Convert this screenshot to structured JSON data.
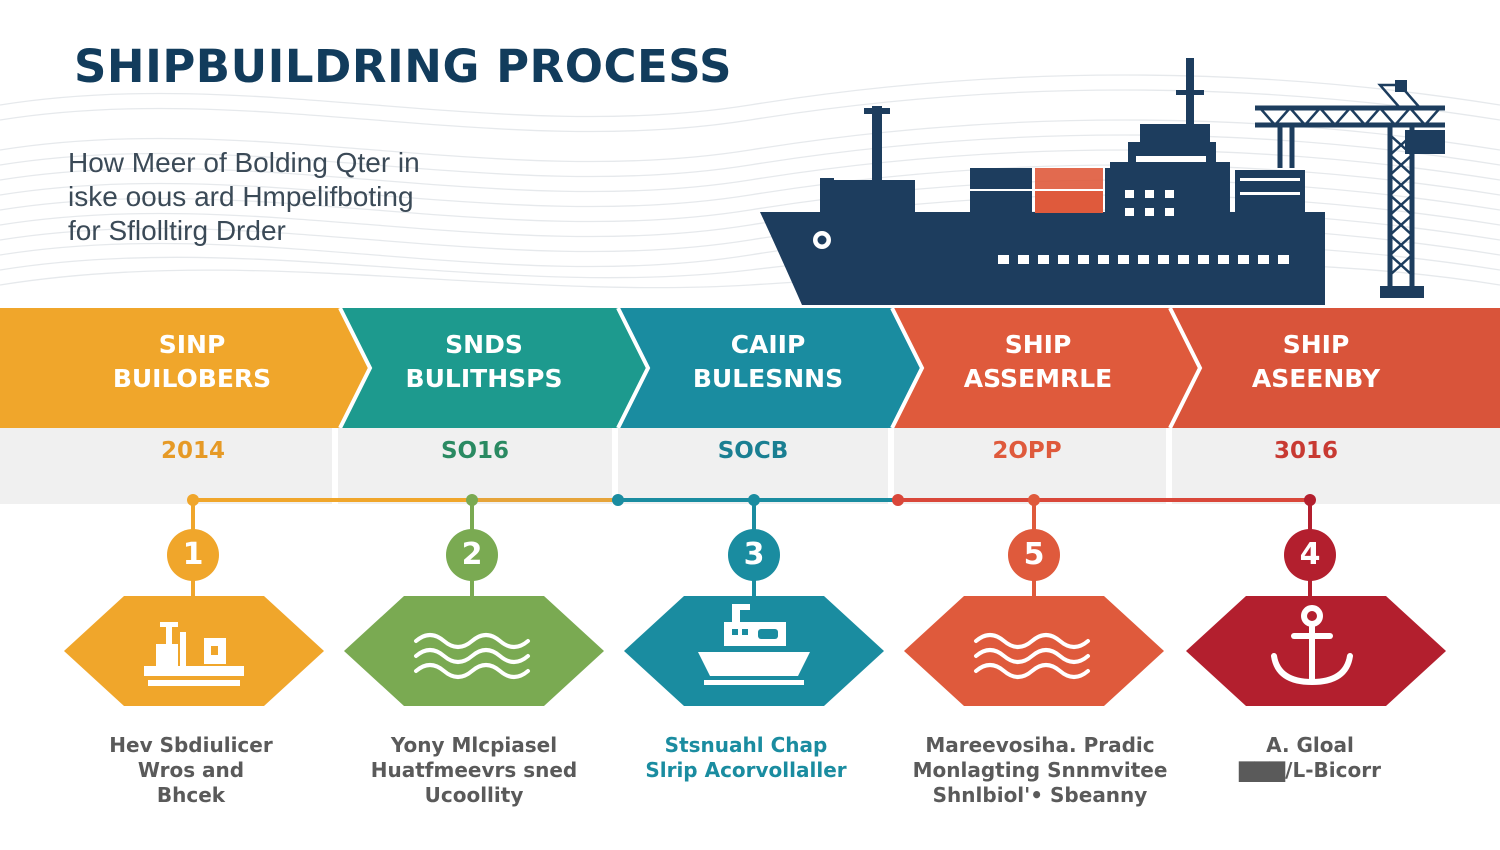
{
  "title": "SHIPBUILDRING PROCESS",
  "subtitle_lines": [
    "How Meer of Bolding Qter in",
    "iske oous ard Hmpelifboting",
    "for Sflolltirg Drder"
  ],
  "colors": {
    "navy": "#1d3d5e",
    "stage1": "#f0a62b",
    "stage2": "#1d9a8e",
    "stage3": "#1a8ca0",
    "stage4": "#df5a3c",
    "stage5": "#d9543a",
    "green": "#7aaa52",
    "crimson": "#b31f2e"
  },
  "stages": [
    {
      "label": [
        "SINP",
        "BUILOBERS"
      ],
      "year": "2014",
      "number": "1",
      "icon": "ship-on-dock-icon",
      "desc": [
        "Hev Sbdiulicer",
        "Wros and",
        "Bhcek"
      ]
    },
    {
      "label": [
        "SNDS",
        "BULITHSPS"
      ],
      "year": "SO16",
      "number": "2",
      "icon": "waves-icon",
      "desc": [
        "Yony Mlcpiasel",
        "Huatfmeevrs sned",
        "Ucoollity"
      ]
    },
    {
      "label": [
        "CAIIP",
        "BULESNNS"
      ],
      "year": "SOCB",
      "number": "3",
      "icon": "ship-hull-icon",
      "desc": [
        "Stsnuahl Chap",
        "Slrip Acorvollaller"
      ]
    },
    {
      "label": [
        "SHIP",
        "ASSEMRLE"
      ],
      "year": "2OPP",
      "number": "5",
      "icon": "waves-icon",
      "desc": [
        "Mareevosiha. Pradic",
        "Monlagting Snnmvitee",
        "Shnlbiol'• Sbeanny"
      ]
    },
    {
      "label": [
        "SHIP",
        "ASEENBY"
      ],
      "year": "3016",
      "number": "4",
      "icon": "anchor-icon",
      "desc": [
        "A. Gloal",
        "▇▇▇/L-Bicorr"
      ]
    }
  ]
}
